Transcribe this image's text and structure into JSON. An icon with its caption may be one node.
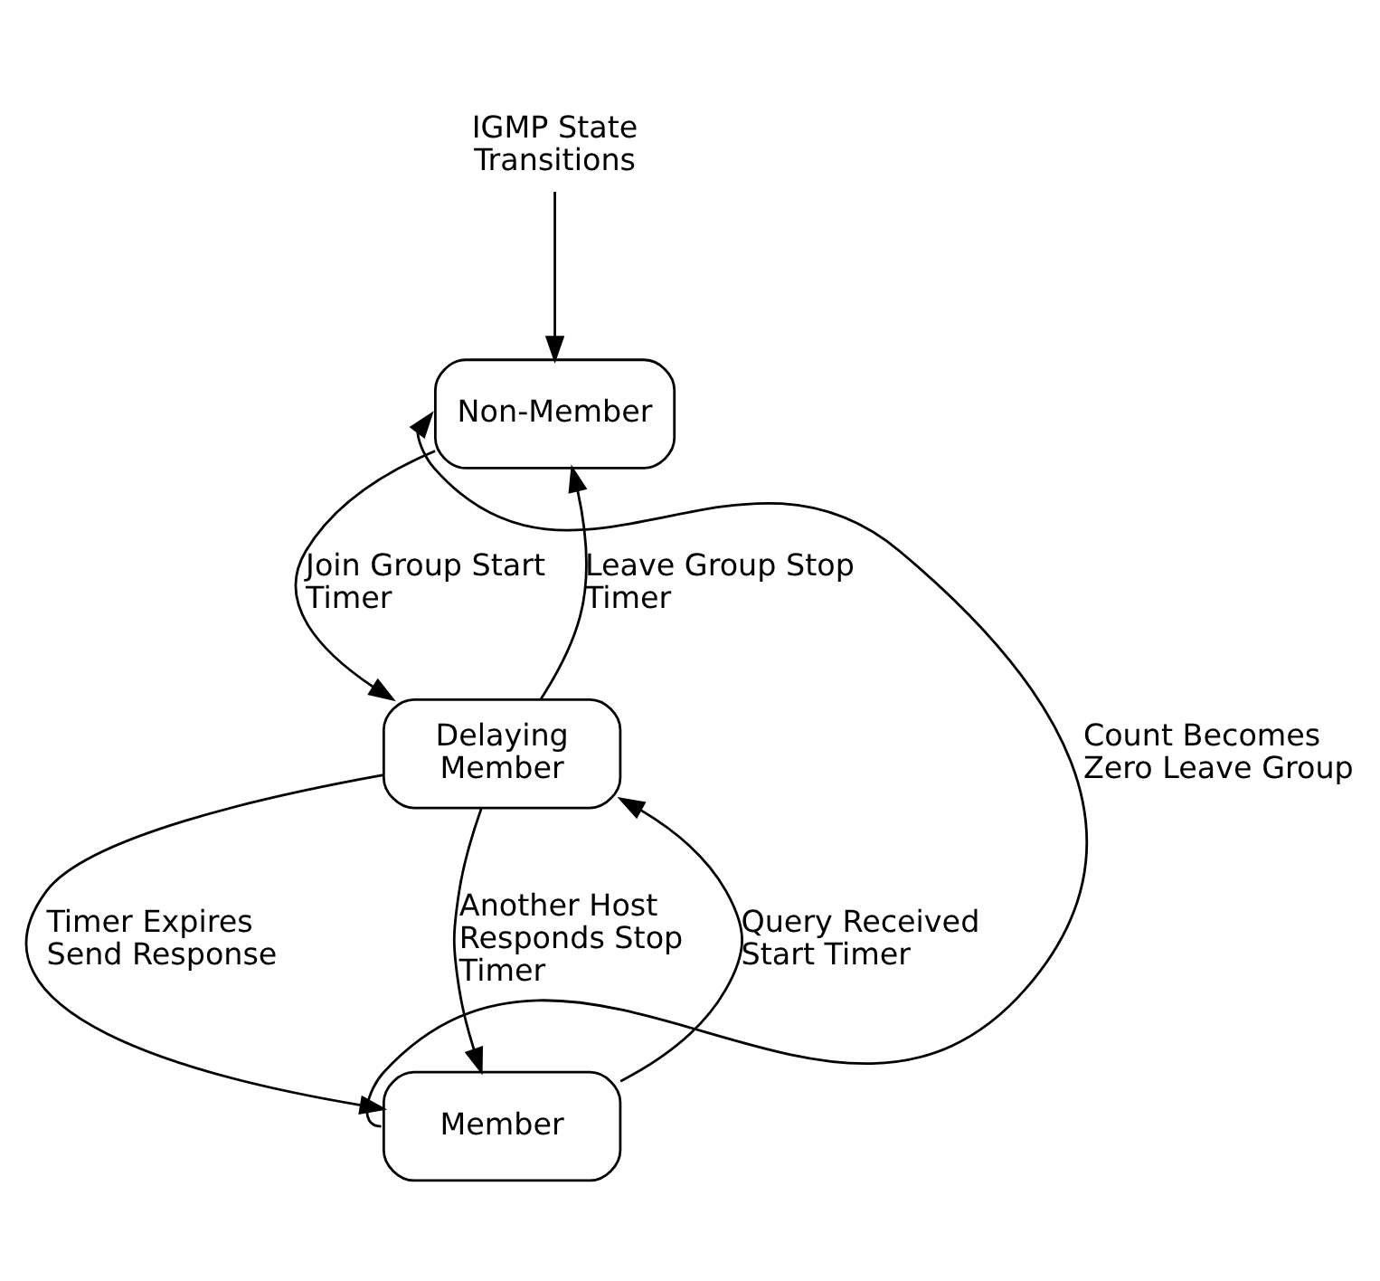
{
  "diagram": {
    "nodes": [
      {
        "text": [
          "IGMP State Transitions"
        ]
      },
      {
        "text": [
          "Non-Member"
        ]
      },
      {
        "text": [
          "Delaying Member"
        ]
      },
      {
        "text": [
          "Member"
        ]
      }
    ],
    "edges": [
      {
        "from": 0,
        "to": 1,
        "arrow": "to"
      },
      {
        "from": 1,
        "to": 2,
        "arrow": "to",
        "label": "Join Group Start Timer"
      },
      {
        "from": 2,
        "to": 1,
        "arrow": "to",
        "label": "Leave Group Stop Timer"
      },
      {
        "from": 3,
        "to": 2,
        "arrow": "to",
        "label": "Query Received Start Timer"
      },
      {
        "from": 2,
        "to": 3,
        "arrow": "to",
        "label": "Timer Expires Send Response"
      },
      {
        "from": 2,
        "to": 3,
        "arrow": "to",
        "label": "Another Host Responds Stop Timer"
      },
      {
        "from": 3,
        "to": 1,
        "arrow": "to",
        "label": "Count Becomes Zero Leave Group"
      }
    ]
  }
}
